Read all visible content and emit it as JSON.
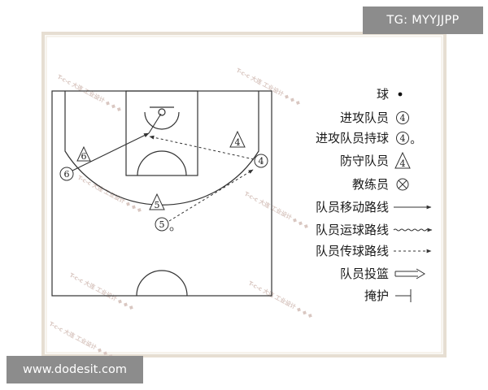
{
  "top_tag": "TG: MYYJJPP",
  "site_tag": "www.dodesit.com",
  "legend": {
    "ball": "球",
    "offense": "进攻队员",
    "offense_ball": "进攻队员持球",
    "defense": "防守队员",
    "coach": "教练员",
    "move": "队员移动路线",
    "dribble": "队员运球路线",
    "pass": "队员传球路线",
    "shot": "队员投篮",
    "screen": "掩护"
  },
  "players": {
    "offense_left": "6",
    "defense_left": "6",
    "defense_right": "4",
    "offense_right": "4",
    "defense_key": "5",
    "offense_ball": "5",
    "legend_offense": "4",
    "legend_offense_ball": "4",
    "legend_defense": "4"
  },
  "colors": {
    "frame": "#e8e0d4",
    "line": "#333333",
    "tag_bg": "#8c8c8c"
  }
}
